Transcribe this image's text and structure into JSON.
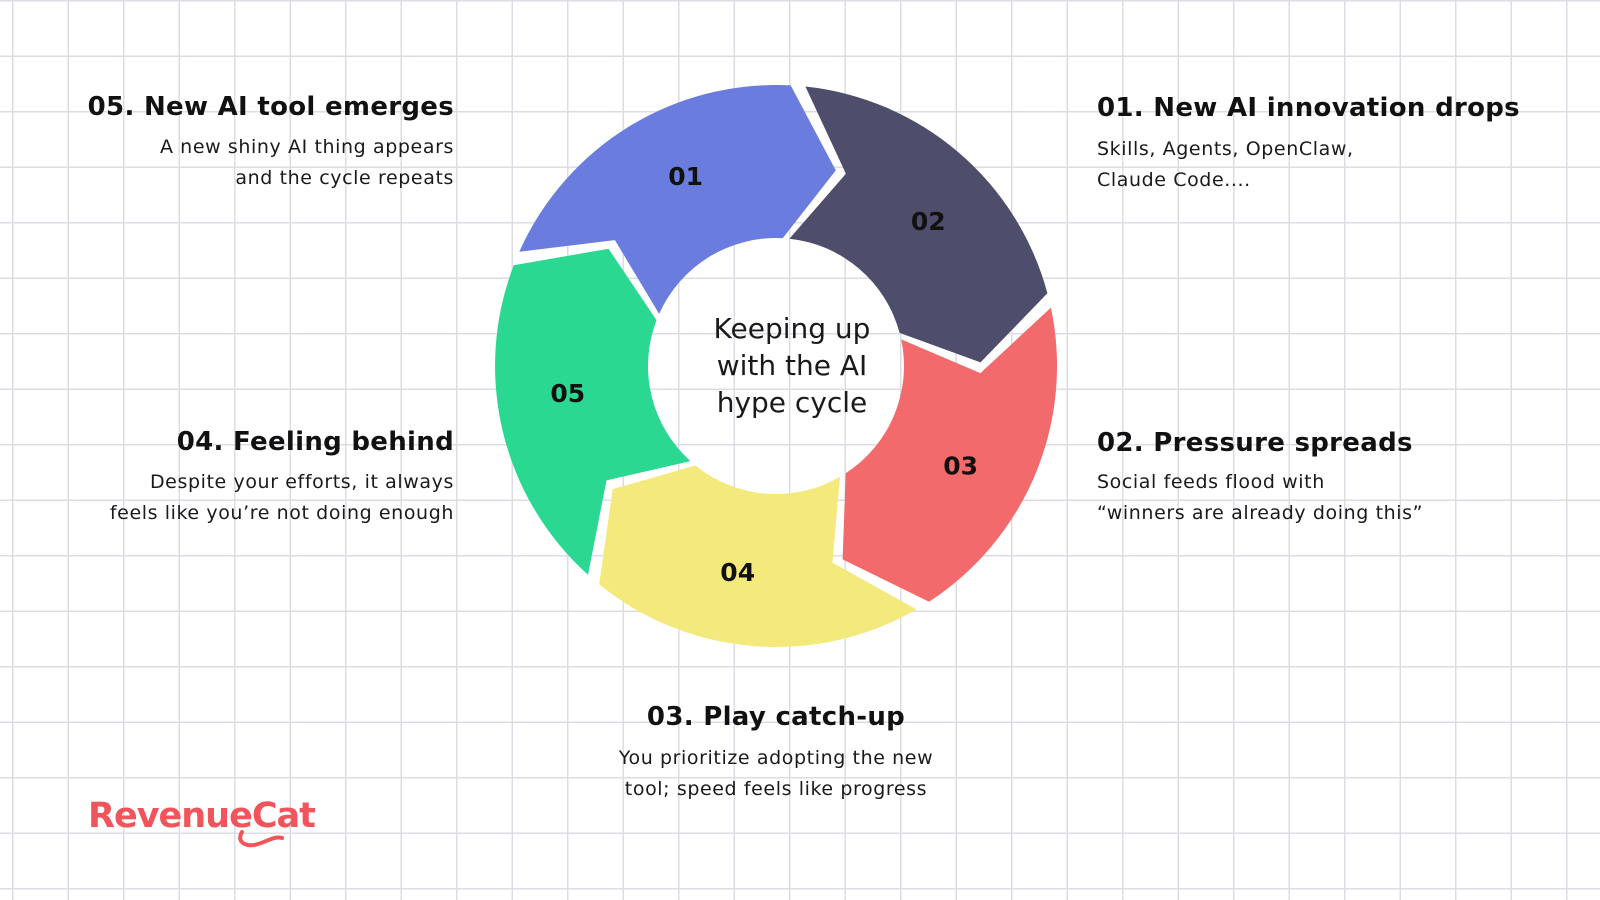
{
  "center_label": "Keeping up\nwith the AI\nhype cycle",
  "brand": {
    "name": "RevenueCat",
    "color": "#f2545b"
  },
  "steps": [
    {
      "num": "01",
      "title": "01. New AI innovation drops",
      "desc": [
        "Skills, Agents, OpenClaw,",
        "Claude Code...."
      ],
      "color": "#6a7ddf"
    },
    {
      "num": "02",
      "title": "02. Pressure spreads",
      "desc": [
        "Social feeds flood with",
        "“winners are already doing this”"
      ],
      "color": "#4e4d6b"
    },
    {
      "num": "03",
      "title": "03. Play catch-up",
      "desc": [
        "You prioritize adopting the new",
        "tool; speed feels like progress"
      ],
      "color": "#f26a6c"
    },
    {
      "num": "04",
      "title": "04. Feeling behind",
      "desc": [
        "Despite your efforts, it always",
        "feels like you’re not doing enough"
      ],
      "color": "#f3e97d"
    },
    {
      "num": "05",
      "title": "05. New AI tool emerges",
      "desc": [
        "A new shiny AI thing appears",
        "and the cycle repeats"
      ],
      "color": "#2ad892"
    }
  ]
}
